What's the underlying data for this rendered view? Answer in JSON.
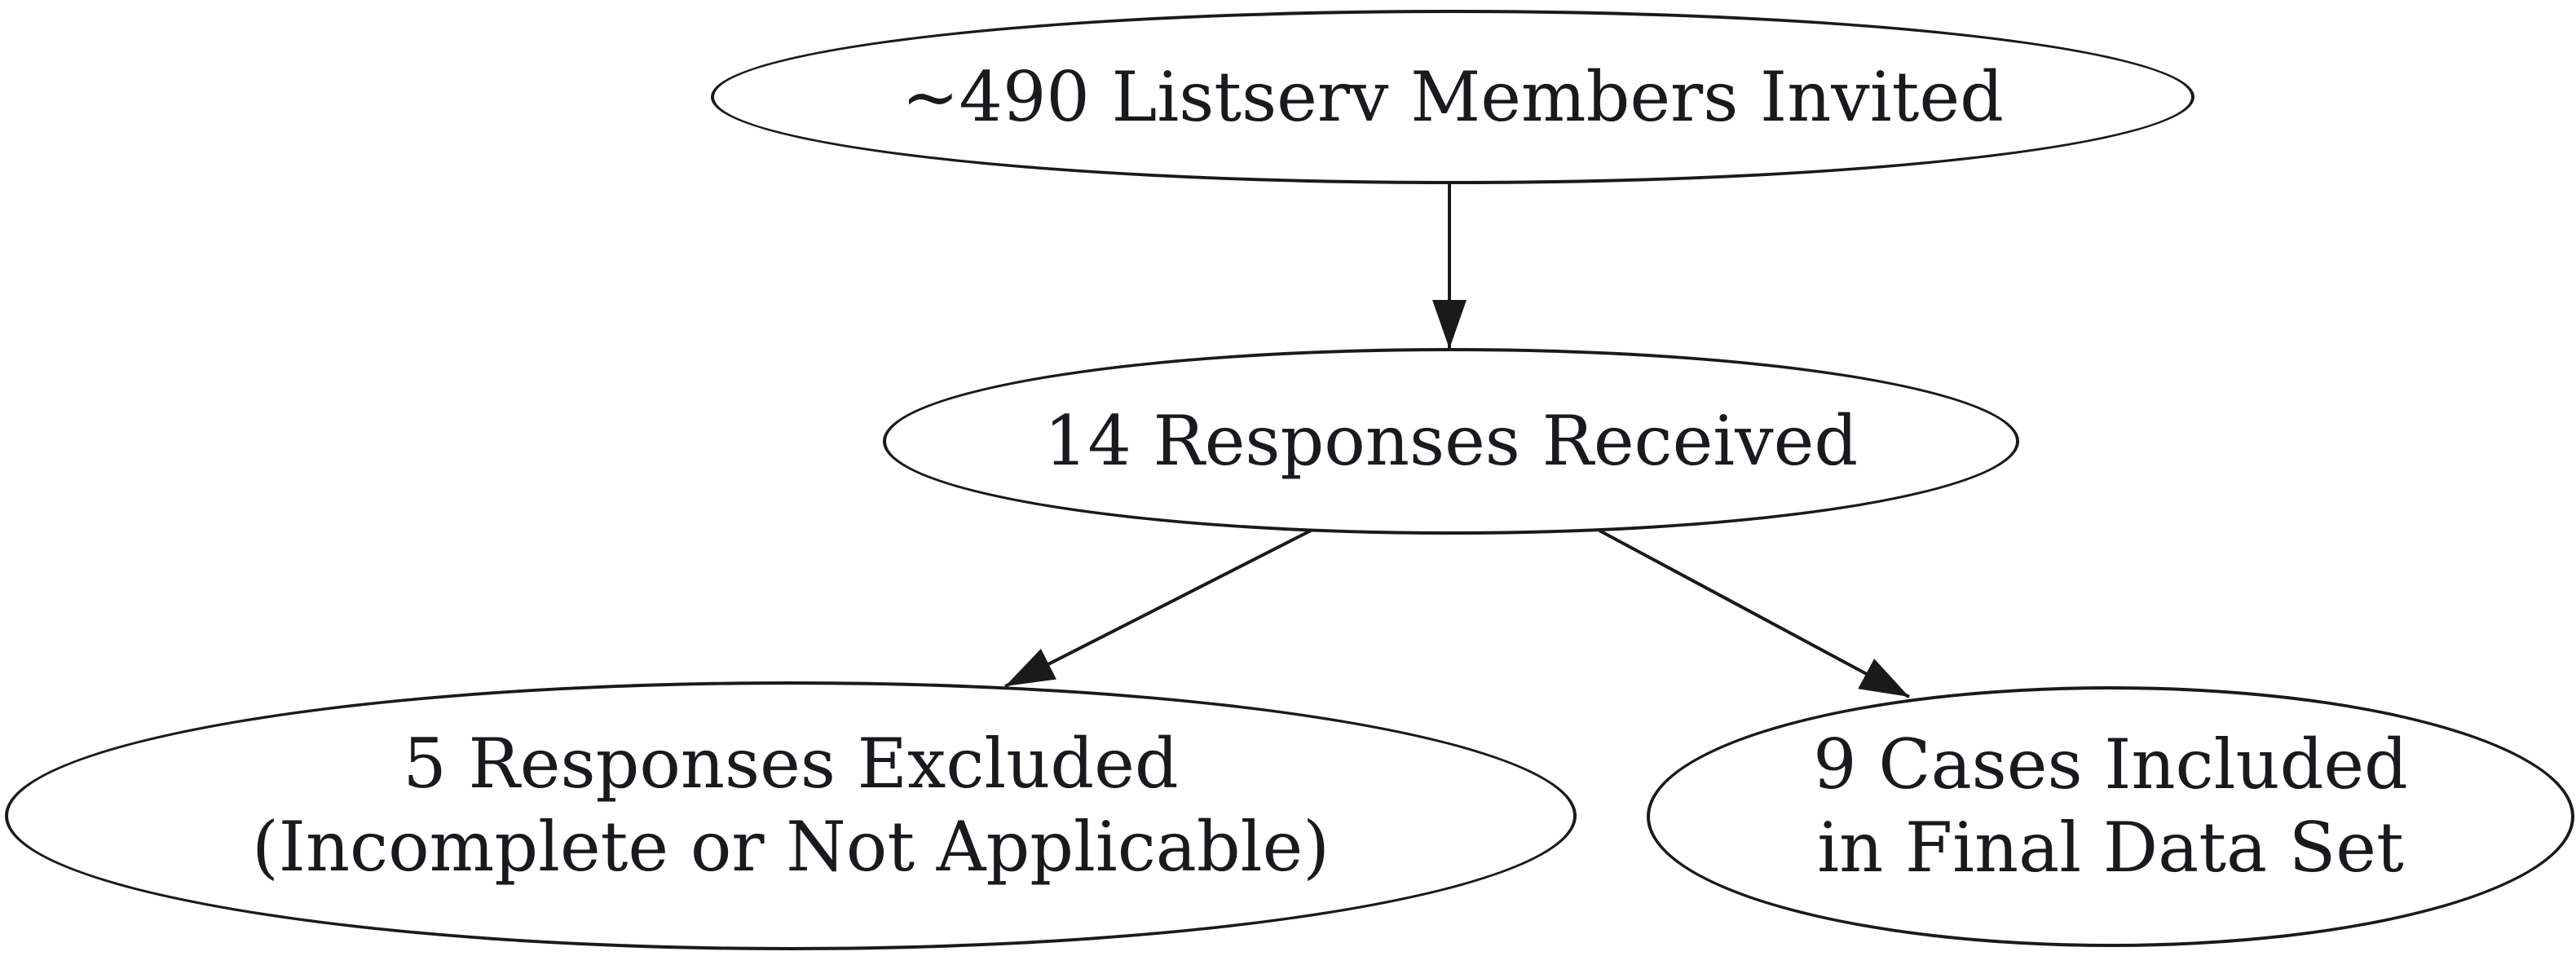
{
  "diagram": {
    "type": "flowchart",
    "background_color": "#ffffff",
    "node_fill_color": "#ffffff",
    "node_stroke_color": "#1a1a1a",
    "text_color": "#1a1a1e",
    "nodes": {
      "invited": {
        "shape": "ellipse",
        "lines": [
          "~490 Listserv Members Invited"
        ]
      },
      "received": {
        "shape": "ellipse",
        "lines": [
          "14 Responses Received"
        ]
      },
      "excluded": {
        "shape": "ellipse",
        "lines": [
          "5 Responses Excluded",
          "(Incomplete or Not Applicable)"
        ]
      },
      "included": {
        "shape": "ellipse",
        "lines": [
          "9 Cases Included",
          "in Final Data Set"
        ]
      }
    },
    "edges": [
      {
        "from": "invited",
        "to": "received",
        "style": "arrow"
      },
      {
        "from": "received",
        "to": "excluded",
        "style": "arrow"
      },
      {
        "from": "received",
        "to": "included",
        "style": "arrow"
      }
    ]
  }
}
